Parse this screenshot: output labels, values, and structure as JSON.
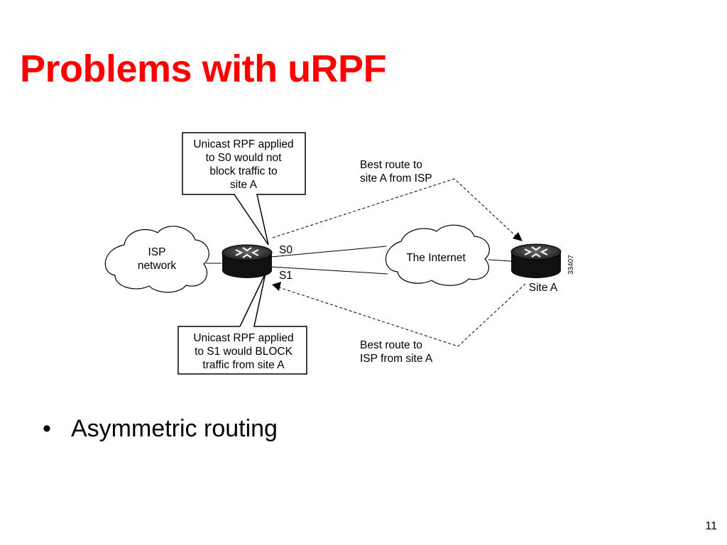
{
  "slide": {
    "title": "Problems with uRPF",
    "bullets": [
      {
        "marker": "•",
        "text": "Asymmetric routing"
      }
    ],
    "page_number": "11"
  },
  "diagram": {
    "callout_top": [
      "Unicast RPF applied",
      "to S0 would not",
      "block traffic to",
      "site A"
    ],
    "callout_bottom": [
      "Unicast RPF applied",
      "to S1 would BLOCK",
      "traffic from site A"
    ],
    "route_top": [
      "Best route to",
      "site A from ISP"
    ],
    "route_bottom": [
      "Best route to",
      "ISP from site A"
    ],
    "isp_cloud": [
      "ISP",
      "network"
    ],
    "internet_cloud": "The Internet",
    "interface_s0": "S0",
    "interface_s1": "S1",
    "site_label": "Site A",
    "figure_id": "33407"
  }
}
